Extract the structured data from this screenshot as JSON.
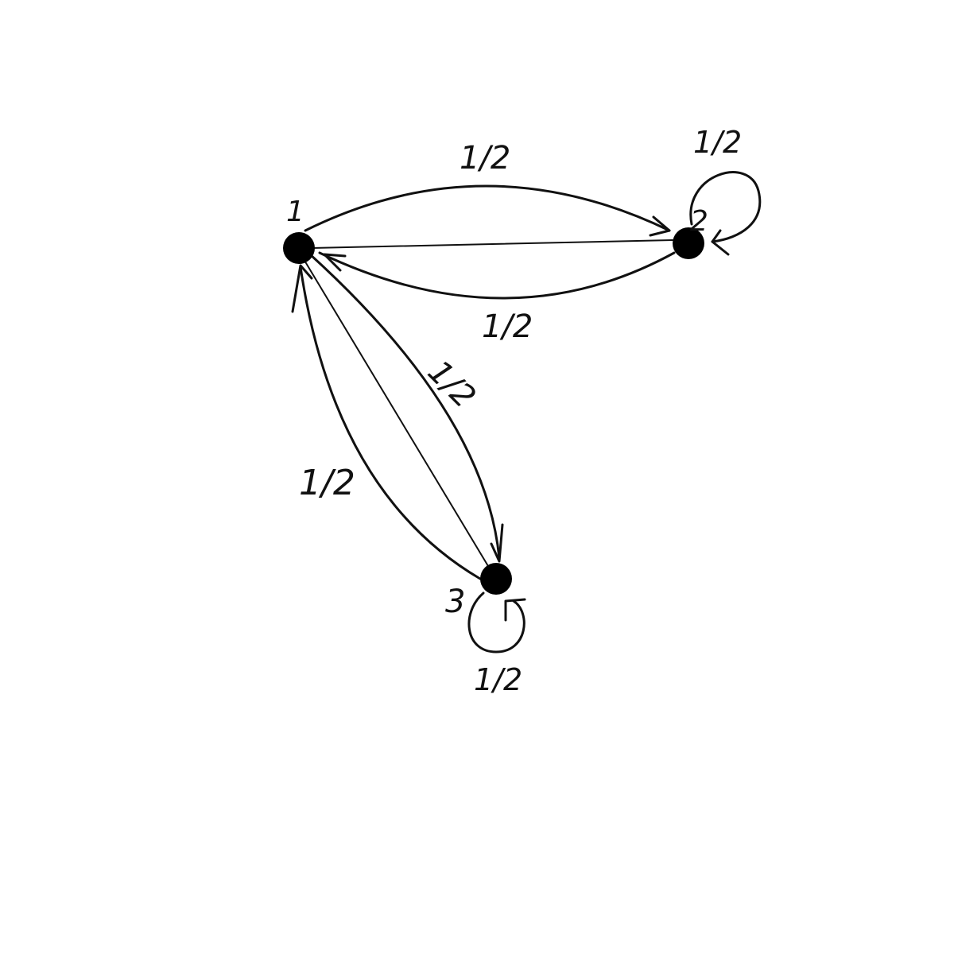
{
  "graph": {
    "nodes": [
      {
        "id": "1",
        "label": "1"
      },
      {
        "id": "2",
        "label": "2"
      },
      {
        "id": "3",
        "label": "3"
      }
    ],
    "edges": [
      {
        "from": "1",
        "to": "2",
        "label": "1/2"
      },
      {
        "from": "2",
        "to": "2",
        "label": "1/2"
      },
      {
        "from": "2",
        "to": "1",
        "label": "1/2"
      },
      {
        "from": "1",
        "to": "3",
        "label": "1/2"
      },
      {
        "from": "3",
        "to": "1",
        "label": "1/2"
      },
      {
        "from": "3",
        "to": "3",
        "label": "1/2"
      }
    ]
  },
  "colors": {
    "ink": "#111111",
    "background": "#ffffff"
  }
}
